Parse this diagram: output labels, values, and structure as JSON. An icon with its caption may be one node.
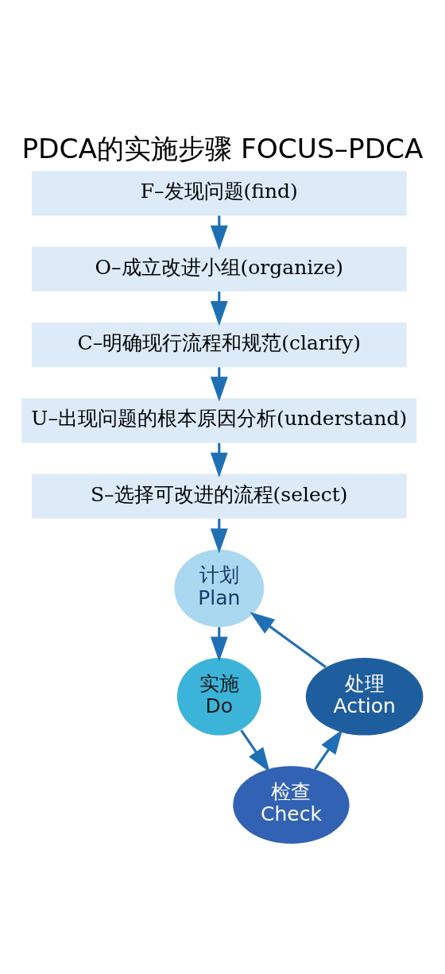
{
  "diagram": {
    "title": "PDCA的实施步骤 FOCUS–PDCA",
    "nodes": [
      {
        "text": [
          "F–发现问题(find)"
        ]
      },
      {
        "text": [
          "O–成立改进小组(organize)"
        ]
      },
      {
        "text": [
          "C–明确现行流程和规范(clarify)"
        ]
      },
      {
        "text": [
          "U–出现问题的根本原因分析(understand)"
        ]
      },
      {
        "text": [
          "S–选择可改进的流程(select)"
        ]
      },
      {
        "text": [
          "计划",
          "Plan"
        ]
      },
      {
        "text": [
          "实施",
          "Do"
        ]
      },
      {
        "text": [
          "检查",
          "Check"
        ]
      },
      {
        "text": [
          "处理",
          "Action"
        ]
      }
    ],
    "edges": [
      {
        "from": 0,
        "to": 1,
        "arrow": "to"
      },
      {
        "from": 1,
        "to": 2,
        "arrow": "to"
      },
      {
        "from": 2,
        "to": 3,
        "arrow": "to"
      },
      {
        "from": 3,
        "to": 4,
        "arrow": "to"
      },
      {
        "from": 4,
        "to": 5,
        "arrow": "to"
      },
      {
        "from": 5,
        "to": 6,
        "arrow": "to"
      },
      {
        "from": 6,
        "to": 7,
        "arrow": "to"
      },
      {
        "from": 7,
        "to": 8,
        "arrow": "to"
      },
      {
        "from": 8,
        "to": 5,
        "arrow": "to"
      }
    ]
  }
}
